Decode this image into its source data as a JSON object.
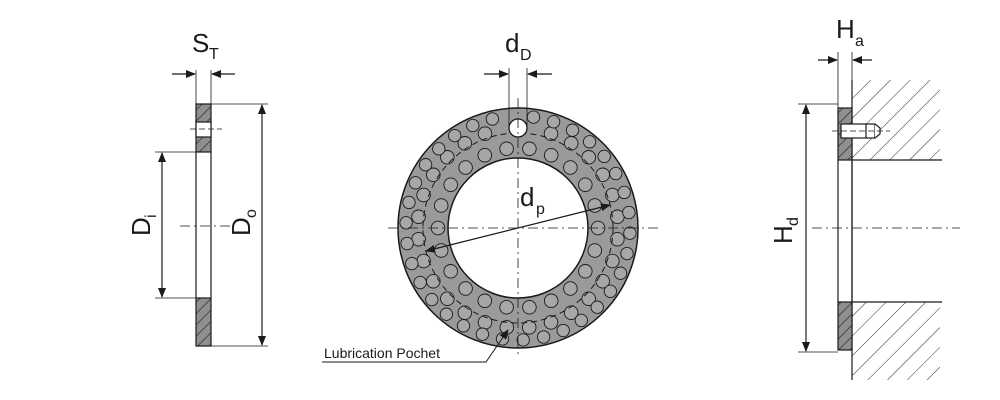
{
  "diagram": {
    "side_view": {
      "thickness": {
        "main": "S",
        "sub": "T"
      },
      "inner_diameter": {
        "main": "D",
        "sub": "i"
      },
      "outer_diameter": {
        "main": "D",
        "sub": "o"
      }
    },
    "front_view": {
      "hole_diameter": {
        "main": "d",
        "sub": "D"
      },
      "pitch_diameter": {
        "main": "d",
        "sub": "p"
      },
      "callout": "Lubrication Pochet"
    },
    "installation_view": {
      "recess_depth": {
        "main": "H",
        "sub": "a"
      },
      "housing_diameter": {
        "main": "H",
        "sub": "d"
      }
    }
  },
  "colors": {
    "line": "#1a1a1a",
    "fill": "#8f8f8f",
    "ring": "#9a9a9a",
    "pocket": "#a7a7a7"
  }
}
